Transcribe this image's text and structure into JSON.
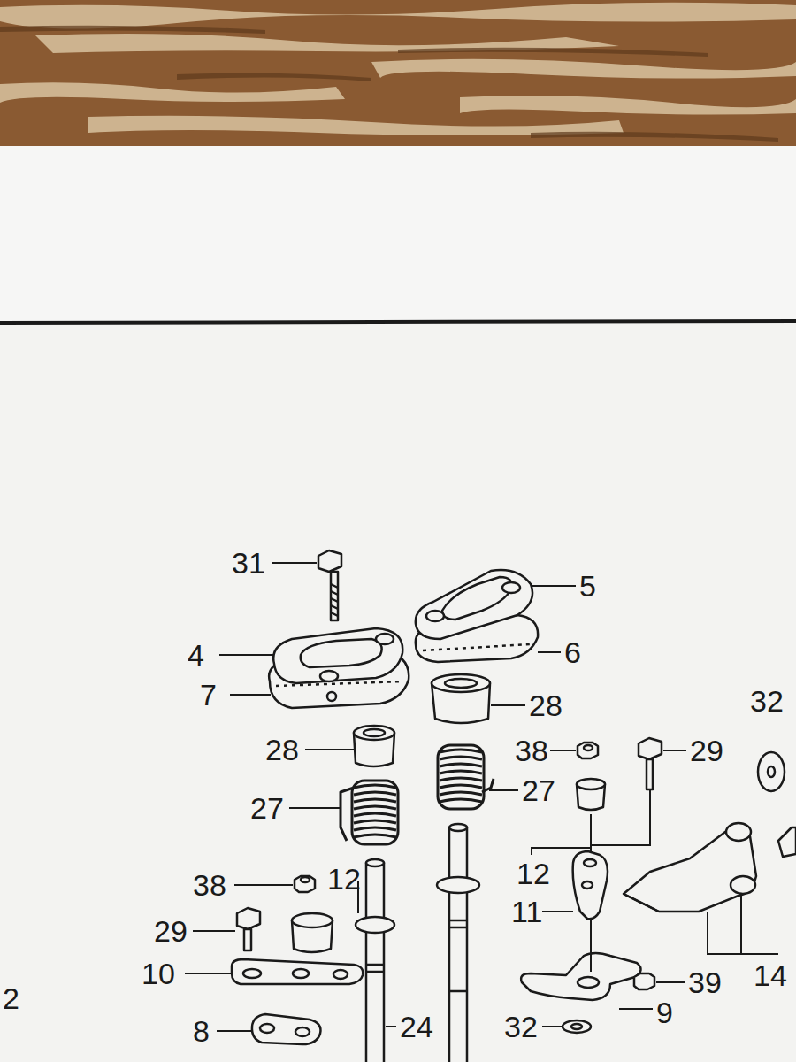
{
  "diagram": {
    "labels": [
      "31",
      "5",
      "4",
      "6",
      "7",
      "28",
      "32",
      "28",
      "38",
      "29",
      "27",
      "27",
      "12",
      "12",
      "38",
      "29",
      "11",
      "10",
      "14",
      "39",
      "9",
      "24",
      "8",
      "32",
      "2"
    ]
  }
}
